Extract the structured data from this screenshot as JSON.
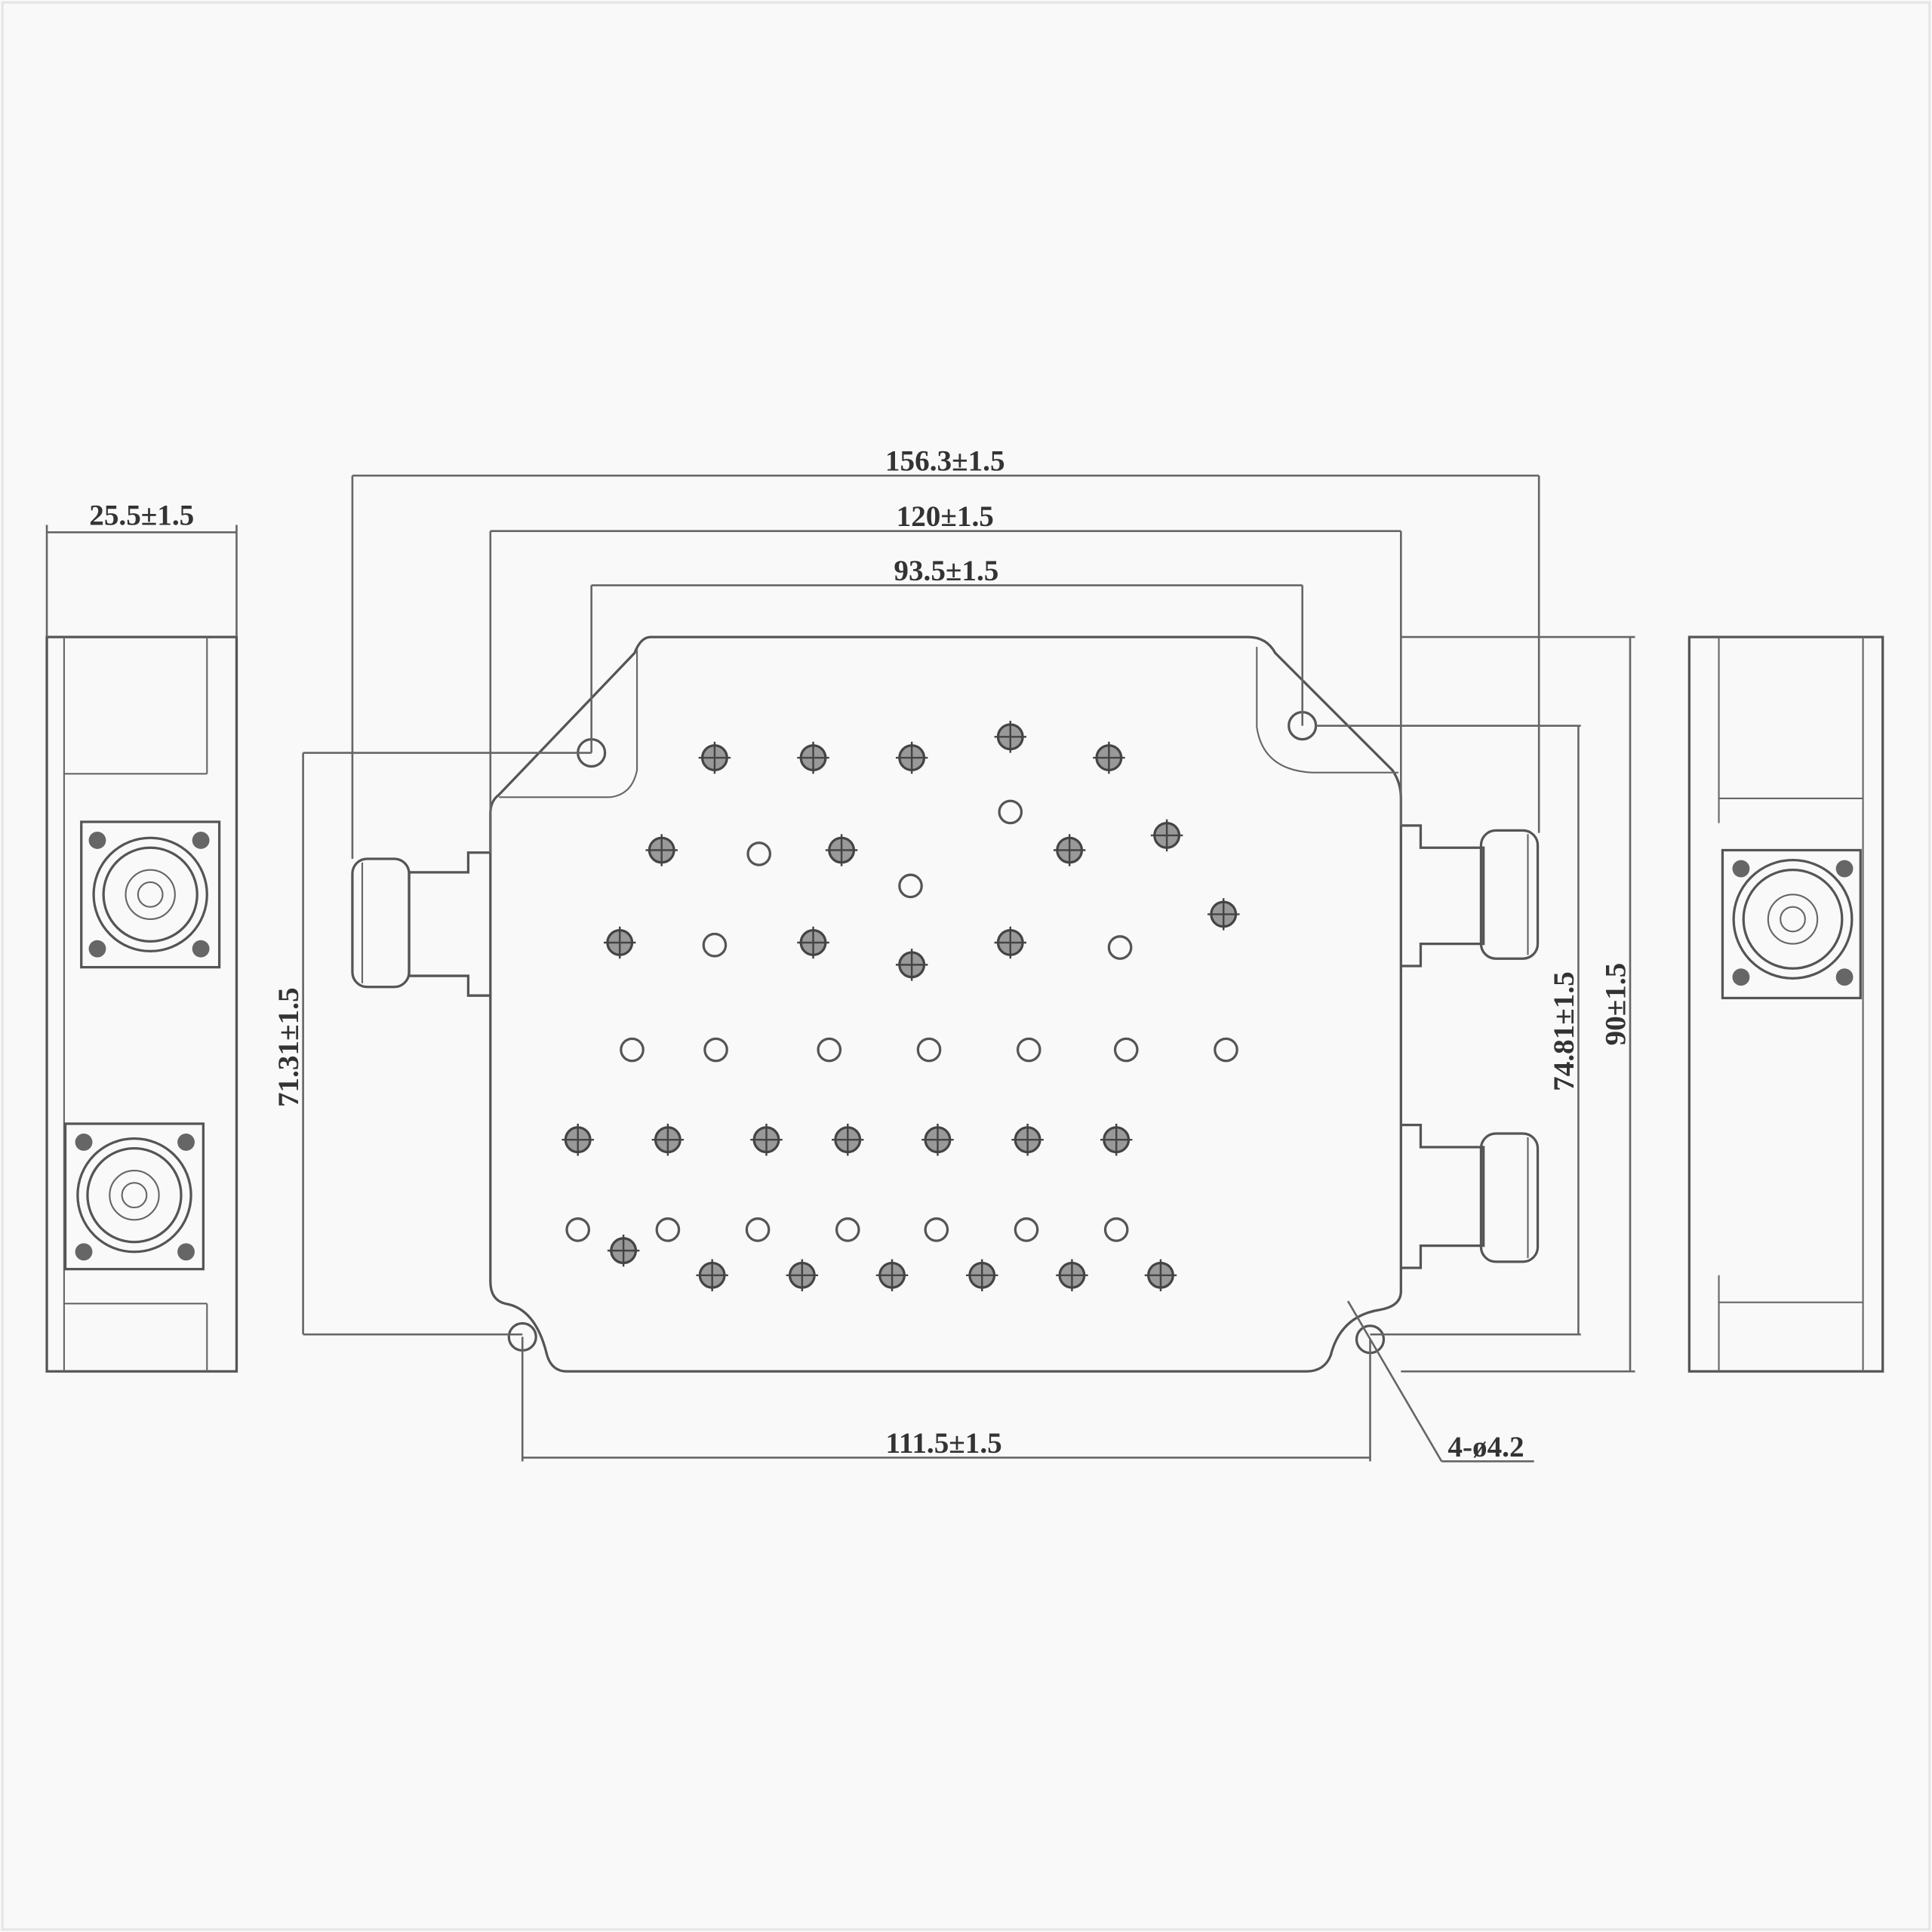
{
  "drawing": {
    "dimensions": {
      "overall_length": "156.3±1.5",
      "body_length": "120±1.5",
      "top_hole_spacing": "93.5±1.5",
      "bottom_hole_spacing": "111.5±1.5",
      "side_width": "25.5±1.5",
      "left_height": "71.31±1.5",
      "right_height": "74.81±1.5",
      "body_height": "90±1.5",
      "mounting_holes": "4-ø4.2"
    },
    "colors": {
      "line": "#555555",
      "background": "#f9f9f9"
    }
  }
}
